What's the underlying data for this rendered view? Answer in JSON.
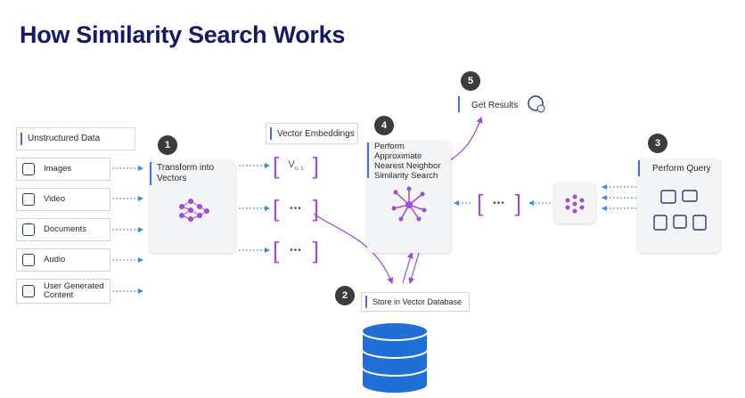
{
  "title": "How Similarity Search Works",
  "sources": {
    "header": "Unstructured Data",
    "items": [
      {
        "label": "Images",
        "icon": "image-icon"
      },
      {
        "label": "Video",
        "icon": "video-icon"
      },
      {
        "label": "Documents",
        "icon": "document-icon"
      },
      {
        "label": "Audio",
        "icon": "audio-icon"
      },
      {
        "label": "User Generated Content",
        "icon": "ugc-icon"
      }
    ]
  },
  "steps": {
    "s1": {
      "num": "1",
      "label": "Transform into Vectors"
    },
    "s2": {
      "num": "2",
      "label": "Store in Vector Database"
    },
    "s3": {
      "num": "3",
      "label": "Perform Query"
    },
    "s4": {
      "num": "4",
      "label": "Perform Approximate Nearest Neighbor Similarity Search"
    },
    "s5": {
      "num": "5",
      "label": "Get Results"
    }
  },
  "embeddings": {
    "label": "Vector Embeddings",
    "vector_label": "V",
    "vector_sub": "n, 1",
    "ellipsis": "•••"
  },
  "colors": {
    "title": "#141a63",
    "accent_purple": "#a34bd6",
    "arrow_blue": "#3a8fd8",
    "db_blue": "#1f6fd6",
    "tag_bar": "#4a6fd4"
  }
}
